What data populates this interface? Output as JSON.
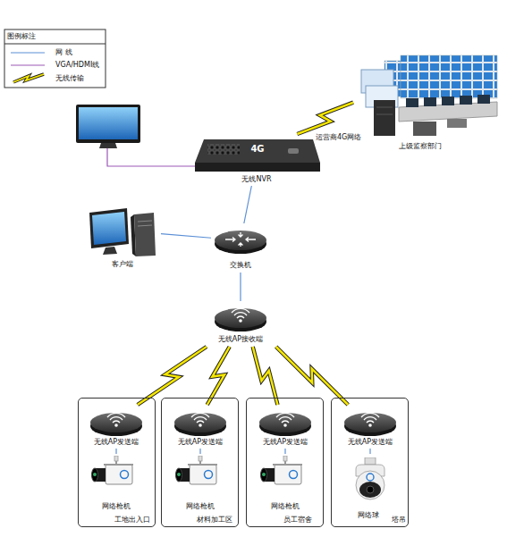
{
  "diagram": {
    "nodes": [
      {
        "text": [
          "4G",
          "无线NVR"
        ]
      },
      {
        "text": [
          "上级监察部门"
        ]
      },
      {
        "text": [
          "客户端"
        ]
      },
      {
        "text": [
          "交换机"
        ]
      },
      {
        "text": [
          "无线AP接收端"
        ]
      },
      {
        "text": [
          "工地出入口"
        ]
      },
      {
        "text": [
          "无线AP发送端"
        ],
        "in": 5
      },
      {
        "text": [
          "网络枪机"
        ],
        "in": 5
      },
      {
        "text": [
          "材料加工区"
        ]
      },
      {
        "text": [
          "无线AP发送端"
        ],
        "in": 8
      },
      {
        "text": [
          "网络枪机"
        ],
        "in": 8
      },
      {
        "text": [
          "员工宿舍"
        ]
      },
      {
        "text": [
          "无线AP发送端"
        ],
        "in": 11
      },
      {
        "text": [
          "网络枪机"
        ],
        "in": 11
      },
      {
        "text": [
          "塔吊"
        ]
      },
      {
        "text": [
          "无线AP发送端"
        ],
        "in": 14
      },
      {
        "text": [
          "网络球"
        ],
        "in": 14
      }
    ],
    "edges": [
      {
        "from": 0,
        "to": 1,
        "arrow": "none",
        "label": "运营商4G网络"
      },
      {
        "from": 0,
        "to": 3,
        "arrow": "none"
      },
      {
        "from": 2,
        "to": 3,
        "arrow": "none"
      },
      {
        "from": 3,
        "to": 4,
        "arrow": "none"
      },
      {
        "from": 4,
        "to": 6,
        "arrow": "none"
      },
      {
        "from": 4,
        "to": 9,
        "arrow": "none"
      },
      {
        "from": 4,
        "to": 12,
        "arrow": "none"
      },
      {
        "from": 4,
        "to": 15,
        "arrow": "none"
      },
      {
        "from": 6,
        "to": 7,
        "arrow": "none"
      },
      {
        "from": 9,
        "to": 10,
        "arrow": "none"
      },
      {
        "from": 12,
        "to": 13,
        "arrow": "none"
      },
      {
        "from": 15,
        "to": 16,
        "arrow": "none"
      }
    ],
    "labels": [
      "图例标注"
    ],
    "legend": [
      {
        "text": "网 线"
      },
      {
        "text": "VGA/HDMI线"
      },
      {
        "text": "无线传输"
      }
    ]
  }
}
